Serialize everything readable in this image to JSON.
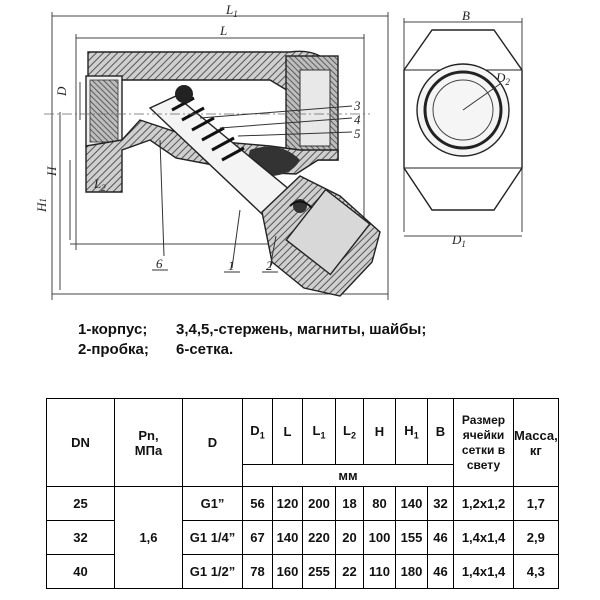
{
  "drawing": {
    "labels": {
      "L1": "L",
      "L1_sub": "1",
      "L": "L",
      "B": "B",
      "D": "D",
      "D2": "D",
      "D2_sub": "2",
      "D1": "D",
      "D1_sub": "1",
      "H": "H",
      "H1": "H",
      "H1_sub": "1",
      "L2": "L",
      "L2_sub": "2",
      "n3": "3",
      "n4": "4",
      "n5": "5",
      "n6": "6",
      "n1": "1",
      "n2": "2"
    }
  },
  "legend": {
    "item1": "1-корпус;",
    "item2": "2-пробка;",
    "item345": "3,4,5,-стержень, магниты, шайбы;",
    "item6": "6-сетка."
  },
  "table": {
    "headers": {
      "dn": "DN",
      "pn": "Pn,",
      "pn_unit": "МПа",
      "d": "D",
      "d1": "D",
      "d1_sub": "1",
      "l": "L",
      "l1": "L",
      "l1_sub": "1",
      "l2": "L",
      "l2_sub": "2",
      "h": "H",
      "h1": "H",
      "h1_sub": "1",
      "b": "B",
      "mesh": [
        "Размер",
        "ячейки",
        "сетки в",
        "свету"
      ],
      "mass": "Масса,",
      "mass_unit": "кг",
      "unit_mm": "мм"
    },
    "pn_value": "1,6",
    "rows": [
      {
        "dn": "25",
        "d": "G1”",
        "d1": "56",
        "l": "120",
        "l1": "200",
        "l2": "18",
        "h": "80",
        "h1": "140",
        "b": "32",
        "mesh": "1,2x1,2",
        "mass": "1,7"
      },
      {
        "dn": "32",
        "d": "G1 1/4”",
        "d1": "67",
        "l": "140",
        "l1": "220",
        "l2": "20",
        "h": "100",
        "h1": "155",
        "b": "46",
        "mesh": "1,4x1,4",
        "mass": "2,9"
      },
      {
        "dn": "40",
        "d": "G1 1/2”",
        "d1": "78",
        "l": "160",
        "l1": "255",
        "l2": "22",
        "h": "110",
        "h1": "180",
        "b": "46",
        "mesh": "1,4x1,4",
        "mass": "4,3"
      }
    ]
  }
}
